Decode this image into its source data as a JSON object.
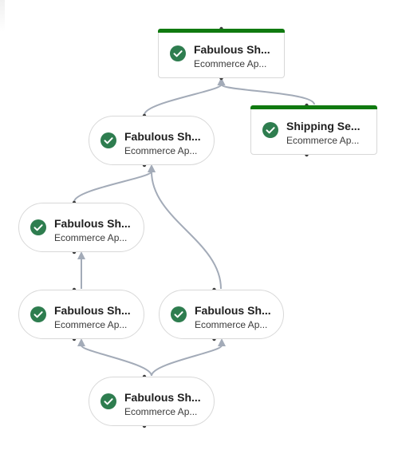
{
  "nodes": [
    {
      "id": "n1",
      "title": "Fabulous Sh...",
      "subtitle": "Ecommerce Ap...",
      "status": "success",
      "highlighted": true
    },
    {
      "id": "n2",
      "title": "Fabulous Sh...",
      "subtitle": "Ecommerce Ap...",
      "status": "success",
      "highlighted": false
    },
    {
      "id": "n3",
      "title": "Shipping Se...",
      "subtitle": "Ecommerce Ap...",
      "status": "success",
      "highlighted": true
    },
    {
      "id": "n4",
      "title": "Fabulous Sh...",
      "subtitle": "Ecommerce Ap...",
      "status": "success",
      "highlighted": false
    },
    {
      "id": "n5",
      "title": "Fabulous Sh...",
      "subtitle": "Ecommerce Ap...",
      "status": "success",
      "highlighted": false
    },
    {
      "id": "n6",
      "title": "Fabulous Sh...",
      "subtitle": "Ecommerce Ap...",
      "status": "success",
      "highlighted": false
    },
    {
      "id": "n7",
      "title": "Fabulous Sh...",
      "subtitle": "Ecommerce Ap...",
      "status": "success",
      "highlighted": false
    }
  ],
  "edges": [
    {
      "from": "n2",
      "to": "n1"
    },
    {
      "from": "n3",
      "to": "n1"
    },
    {
      "from": "n4",
      "to": "n2"
    },
    {
      "from": "n6",
      "to": "n2"
    },
    {
      "from": "n5",
      "to": "n4"
    },
    {
      "from": "n7",
      "to": "n5"
    },
    {
      "from": "n7",
      "to": "n6"
    }
  ],
  "colors": {
    "highlight_bar": "#107a10",
    "status_success": "#2e7d4f",
    "edge": "#a3abb8",
    "port": "#3d3d3d"
  },
  "icons": {
    "status": "check-circle-icon"
  }
}
